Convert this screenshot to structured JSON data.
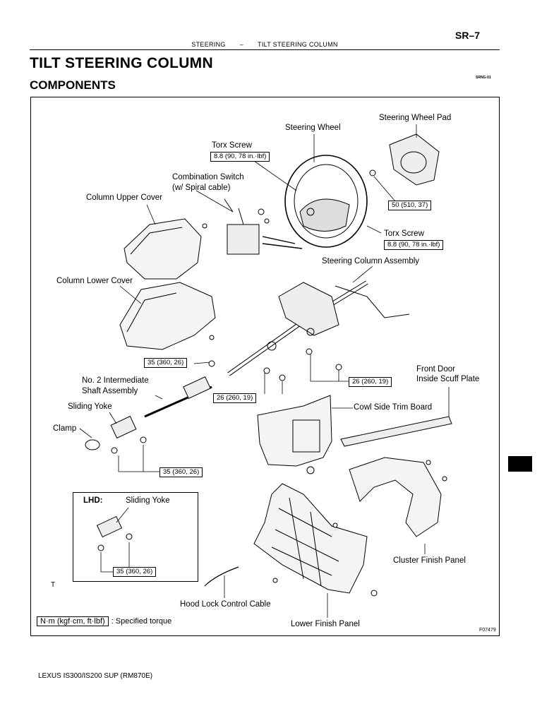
{
  "header": {
    "page_number": "SR–7",
    "section": "STEERING",
    "dash": "–",
    "subsection": "TILT STEERING COLUMN"
  },
  "title": "TILT STEERING COLUMN",
  "subtitle": "COMPONENTS",
  "figure_code": "SRNG-01",
  "figure_id": "F07479",
  "labels": {
    "steering_wheel_pad": "Steering Wheel Pad",
    "steering_wheel": "Steering Wheel",
    "torx_screw_1": "Torx Screw",
    "combination_switch": "Combination Switch",
    "combination_switch_sub": "(w/ Spiral cable)",
    "column_upper_cover": "Column Upper Cover",
    "torx_screw_2": "Torx Screw",
    "steering_column_assembly": "Steering Column Assembly",
    "column_lower_cover": "Column Lower Cover",
    "no2_intermediate_1": "No. 2 Intermediate",
    "no2_intermediate_2": "Shaft Assembly",
    "sliding_yoke": "Sliding Yoke",
    "clamp": "Clamp",
    "front_door_1": "Front Door",
    "front_door_2": "Inside Scuff Plate",
    "cowl_side_trim": "Cowl Side Trim Board",
    "lhd": "LHD:",
    "lhd_sliding_yoke": "Sliding Yoke",
    "cluster_finish_panel": "Cluster Finish Panel",
    "hood_lock_cable": "Hood Lock Control Cable",
    "lower_finish_panel": "Lower Finish Panel",
    "t_mark": "T"
  },
  "torques": {
    "torx_1": "8.8 (90, 78 in.·lbf)",
    "pad": "50 (510, 37)",
    "torx_2": "8.8 (90, 78 in.·lbf)",
    "lower_cover": "35 (360, 26)",
    "column_a": "26 (260, 19)",
    "column_b": "26 (260, 19)",
    "yoke": "35 (360, 26)",
    "lhd_yoke": "35 (360, 26)"
  },
  "legend": {
    "unit": "N·m (kgf·cm, ft·lbf)",
    "text": ": Specified torque"
  },
  "footer": "LEXUS IS300/IS200 SUP   (RM870E)"
}
